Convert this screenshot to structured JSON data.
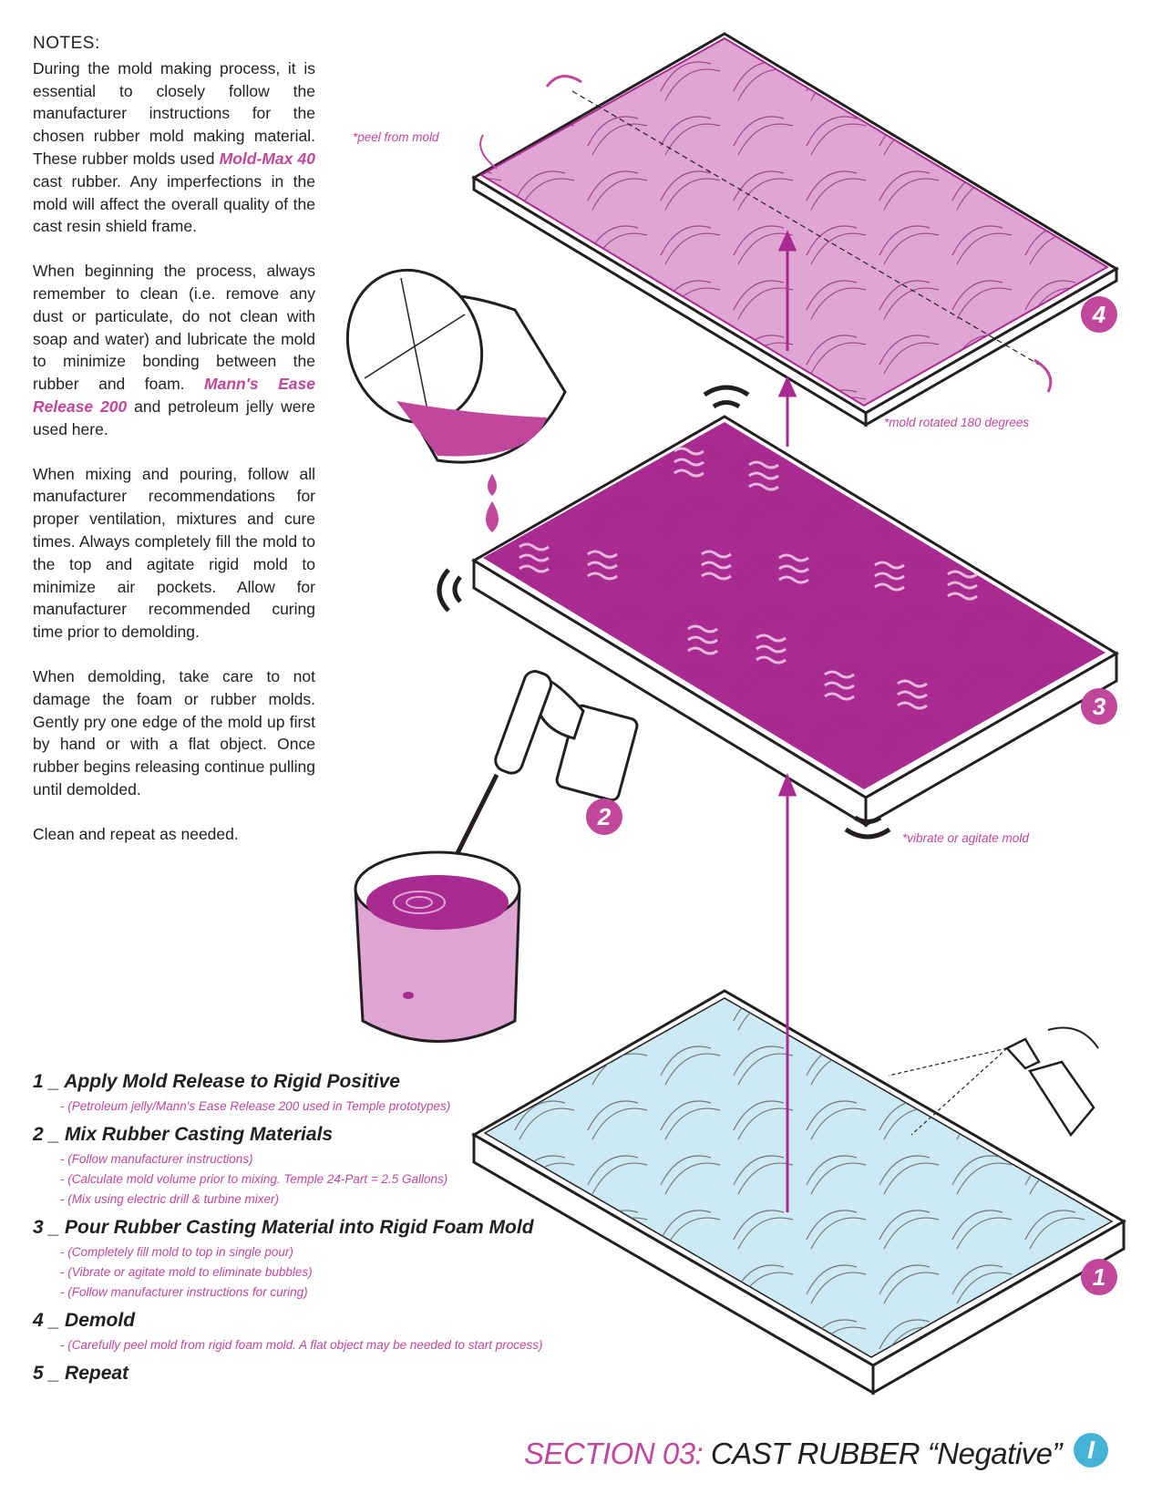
{
  "notes": {
    "heading": "NOTES:",
    "p1_a": "During the mold making process, it is essential to closely follow the manufacturer instructions for the chosen rubber mold making material. These rubber molds used ",
    "p1_hl": "Mold-Max 40",
    "p1_b": " cast rubber. Any imperfections in the mold will affect the overall quality of the cast resin shield frame.",
    "p2_a": "When beginning the process, always remember to clean (i.e. remove any dust or particulate, do not clean with soap and water) and lubricate the mold to minimize bonding between the rubber and foam. ",
    "p2_hl": "Mann's Ease Release 200",
    "p2_b": " and petroleum jelly were used here.",
    "p3": "When mixing and pouring, follow all manufacturer recommendations for proper ventilation, mixtures and cure times. Always completely fill the mold to the top and agitate rigid mold to minimize air pockets. Allow for manufacturer recommended curing time prior to demolding.",
    "p4": "When demolding, take care to not damage the foam or rubber molds. Gently pry one edge of the mold up first by hand or with a flat object. Once rubber begins releasing continue pulling until demolded.",
    "p5": "Clean and repeat as needed."
  },
  "steps": [
    {
      "title": "1 _ Apply Mold Release to Rigid Positive",
      "notes": [
        "- (Petroleum jelly/Mann's Ease Release 200 used in Temple prototypes)"
      ]
    },
    {
      "title": "2 _ Mix Rubber Casting Materials",
      "notes": [
        "- (Follow manufacturer instructions)",
        "- (Calculate mold volume prior to mixing. Temple 24-Part = 2.5 Gallons)",
        "- (Mix using electric drill & turbine mixer)"
      ]
    },
    {
      "title": "3 _ Pour Rubber Casting Material into Rigid Foam Mold",
      "notes": [
        "- (Completely fill mold to top in single pour)",
        "- (Vibrate or agitate mold to eliminate bubbles)",
        "- (Follow manufacturer instructions for curing)"
      ]
    },
    {
      "title": "4 _ Demold",
      "notes": [
        "- (Carefully peel mold from rigid foam mold. A flat object may be needed to start process)"
      ]
    },
    {
      "title": "5 _ Repeat",
      "notes": []
    }
  ],
  "annotations": {
    "peel": "*peel from mold",
    "rotated": "*mold rotated 180 degrees",
    "vibrate": "*vibrate or agitate mold"
  },
  "step_numbers": {
    "n1": "1",
    "n2": "2",
    "n3": "3",
    "n4": "4"
  },
  "footer": {
    "section": "SECTION 03:",
    "title": " CAST RUBBER “Negative”",
    "page_badge": "I"
  },
  "colors": {
    "magenta": "#c1479d",
    "light_pink": "#dfa6d3",
    "deep_magenta": "#a92a90",
    "light_blue": "#cde9f3",
    "page_blue": "#45b3d6"
  }
}
